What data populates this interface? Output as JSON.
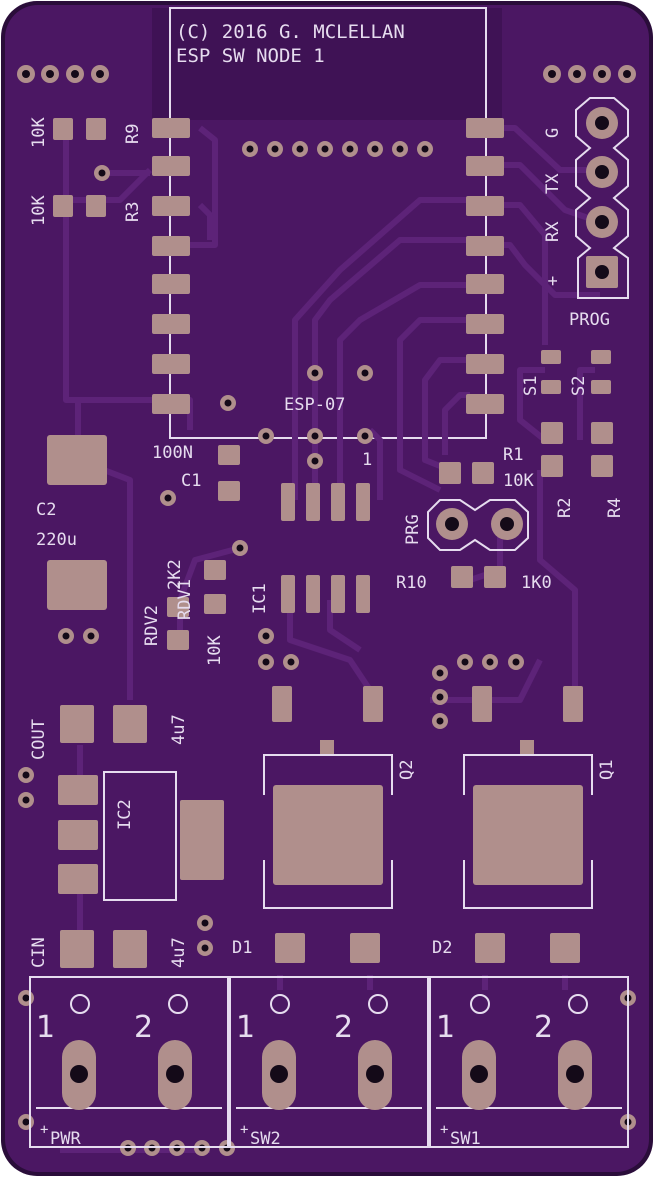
{
  "board": {
    "colors": {
      "edge": "#2a0d3a",
      "substrate": "#4b1763",
      "trace": "#5d2378",
      "pad": "#b08f8c",
      "hole": "#140a18",
      "silk": "#e6dcef"
    },
    "header_text": {
      "line1": "(C) 2016 G. MCLELLAN",
      "line2": "ESP SW NODE 1"
    },
    "module": {
      "label": "ESP-07",
      "pin1_mark": "1"
    },
    "prog_header": {
      "label": "PROG",
      "pins": [
        "G",
        "TX",
        "RX",
        "+"
      ]
    },
    "components": {
      "r9": {
        "ref": "R9",
        "value": "10K"
      },
      "r3": {
        "ref": "R3",
        "value": "10K"
      },
      "c1": {
        "ref": "C1",
        "value": "100N"
      },
      "c2": {
        "ref": "C2",
        "value": "220u"
      },
      "rdv2": {
        "ref": "RDV2",
        "value": "2K2"
      },
      "rdv1": {
        "ref": "RDV1",
        "value": "10K"
      },
      "ic1": {
        "ref": "IC1"
      },
      "ic2": {
        "ref": "IC2"
      },
      "r1": {
        "ref": "R1",
        "value": "10K"
      },
      "r2": {
        "ref": "R2"
      },
      "r4": {
        "ref": "R4"
      },
      "r10": {
        "ref": "R10",
        "value": "1K0"
      },
      "s1": {
        "ref": "S1"
      },
      "s2": {
        "ref": "S2"
      },
      "prg": {
        "ref": "PRG"
      },
      "cout": {
        "ref": "COUT",
        "value": "4u7"
      },
      "cin": {
        "ref": "CIN",
        "value": "4u7"
      },
      "q1": {
        "ref": "Q1"
      },
      "q2": {
        "ref": "Q2"
      },
      "d1": {
        "ref": "D1"
      },
      "d2": {
        "ref": "D2"
      }
    },
    "terminals": [
      {
        "label": "PWR",
        "plus": "+",
        "pin1": "1",
        "pin2": "2"
      },
      {
        "label": "SW2",
        "plus": "+",
        "pin1": "1",
        "pin2": "2"
      },
      {
        "label": "SW1",
        "plus": "+",
        "pin1": "1",
        "pin2": "2"
      }
    ]
  }
}
